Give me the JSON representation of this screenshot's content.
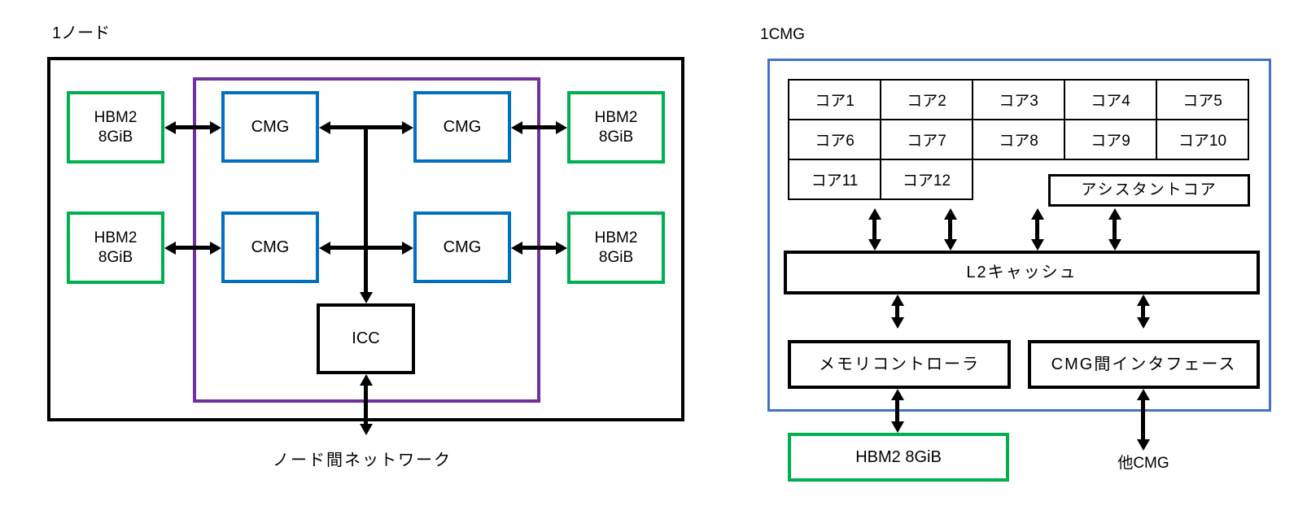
{
  "colors": {
    "hbm_green": "#00B050",
    "cmg_blue": "#0070C0",
    "node_purple": "#7030A0",
    "cmg_frame_blue": "#4472C4",
    "line_black": "#000000"
  },
  "left_diagram": {
    "title": "1ノード",
    "hbm_line1": "HBM2",
    "hbm_line2": "8GiB",
    "cmg_label": "CMG",
    "icc_label": "ICC",
    "network_label": "ノード間ネットワーク"
  },
  "right_diagram": {
    "title": "1CMG",
    "cores": [
      "コア1",
      "コア2",
      "コア3",
      "コア4",
      "コア5",
      "コア6",
      "コア7",
      "コア8",
      "コア9",
      "コア10",
      "コア11",
      "コア12"
    ],
    "assistant_core_label": "アシスタントコア",
    "l2_label": "L2キャッシュ",
    "memory_controller_label": "メモリコントローラ",
    "cmg_interface_label": "CMG間インタフェース",
    "hbm_label": "HBM2 8GiB",
    "other_cmg_label": "他CMG"
  }
}
